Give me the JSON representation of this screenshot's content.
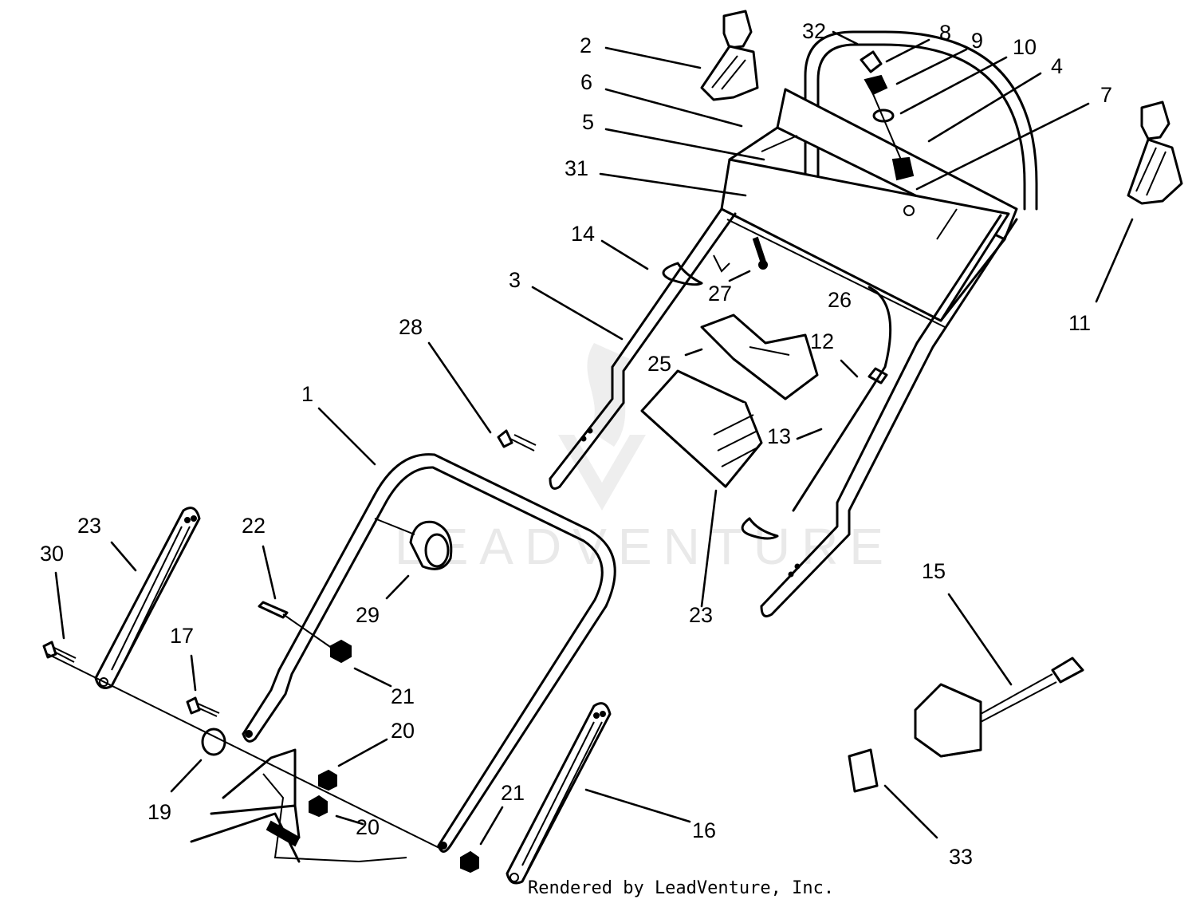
{
  "watermark": {
    "text": "LEADVENTURE"
  },
  "footer": {
    "credit": "Rendered by LeadVenture, Inc."
  },
  "callouts": [
    {
      "id": "c32",
      "label": "32"
    },
    {
      "id": "c2",
      "label": "2"
    },
    {
      "id": "c8",
      "label": "8"
    },
    {
      "id": "c9",
      "label": "9"
    },
    {
      "id": "c10",
      "label": "10"
    },
    {
      "id": "c4",
      "label": "4"
    },
    {
      "id": "c6",
      "label": "6"
    },
    {
      "id": "c7",
      "label": "7"
    },
    {
      "id": "c5",
      "label": "5"
    },
    {
      "id": "c31",
      "label": "31"
    },
    {
      "id": "c14",
      "label": "14"
    },
    {
      "id": "c27",
      "label": "27"
    },
    {
      "id": "c3",
      "label": "3"
    },
    {
      "id": "c26",
      "label": "26"
    },
    {
      "id": "c11",
      "label": "11"
    },
    {
      "id": "c12",
      "label": "12"
    },
    {
      "id": "c28",
      "label": "28"
    },
    {
      "id": "c25",
      "label": "25"
    },
    {
      "id": "c1",
      "label": "1"
    },
    {
      "id": "c13",
      "label": "13"
    },
    {
      "id": "c23a",
      "label": "23"
    },
    {
      "id": "c22",
      "label": "22"
    },
    {
      "id": "c30",
      "label": "30"
    },
    {
      "id": "c29",
      "label": "29"
    },
    {
      "id": "c23b",
      "label": "23"
    },
    {
      "id": "c15",
      "label": "15"
    },
    {
      "id": "c17",
      "label": "17"
    },
    {
      "id": "c21a",
      "label": "21"
    },
    {
      "id": "c20a",
      "label": "20"
    },
    {
      "id": "c19",
      "label": "19"
    },
    {
      "id": "c21b",
      "label": "21"
    },
    {
      "id": "c20b",
      "label": "20"
    },
    {
      "id": "c16",
      "label": "16"
    },
    {
      "id": "c33",
      "label": "33"
    }
  ]
}
